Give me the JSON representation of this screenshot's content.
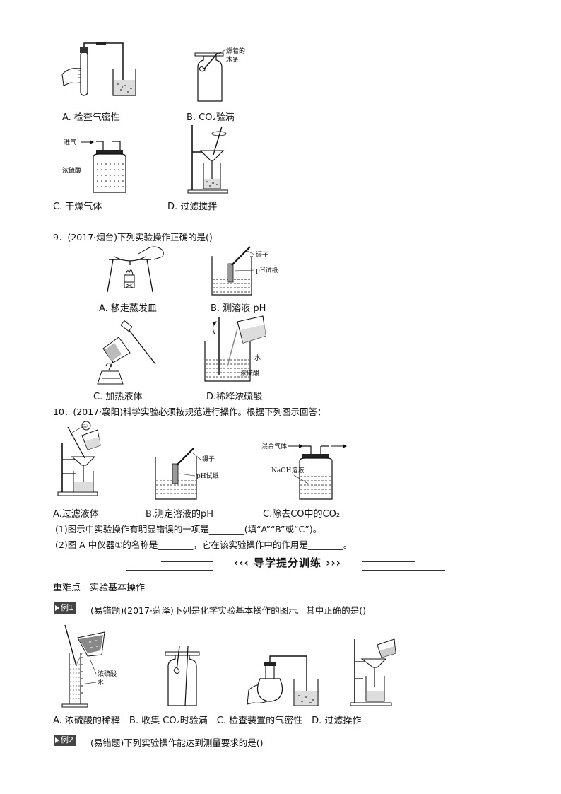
{
  "q8_options": {
    "a": "A. 检查气密性",
    "b": "B. CO₂验满",
    "c": "C. 干燥气体",
    "d": "D. 过滤搅拌",
    "b_label_1": "燃着的",
    "b_label_2": "木条",
    "c_label_in": "进气",
    "c_label_acid": "浓硫酸"
  },
  "q9": {
    "stem": "9．(2017·烟台)下列实验操作正确的是()",
    "a": "A. 移走蒸发皿",
    "b": "B. 测溶液 pH",
    "c": "C. 加热液体",
    "d": "D.稀释浓硫酸",
    "b_label_tweezer": "镊子",
    "b_label_paper": "pH试纸",
    "d_label_water": "水",
    "d_label_acid": "浓硫酸"
  },
  "q10": {
    "stem": "10．(2017·襄阳)科学实验必须按规范进行操作。根据下列图示回答：",
    "a": "A.过滤液体",
    "b": "B.测定溶液的pH",
    "c": "C.除去CO中的CO₂",
    "a_label_num": "①",
    "b_label_tweezer": "镊子",
    "b_label_paper": "pH试纸",
    "c_label_gas": "混合气体",
    "c_label_naoh": "NaOH溶液",
    "sub1": "(1)图示中实验操作有明显错误的一项是________(填“A”“B”或“C”)。",
    "sub2": "(2)图 A 中仪器①的名称是________，它在该实验操作中的作用是________。"
  },
  "banner": {
    "title": "‹‹‹ 导学提分训练 ›››"
  },
  "section": {
    "heading": "重难点　实验基本操作"
  },
  "ex1": {
    "tag": "例1",
    "stem": "(易错题)(2017·菏泽)下列是化学实验基本操作的图示。其中正确的是()",
    "label_acid": "浓硫酸",
    "label_water": "水",
    "options": "A. 浓硫酸的稀释　B. 收集 CO₂时验满　C. 检查装置的气密性　D. 过滤操作"
  },
  "ex2": {
    "tag": "例2",
    "stem": "(易错题)下列实验操作能达到测量要求的是()"
  }
}
